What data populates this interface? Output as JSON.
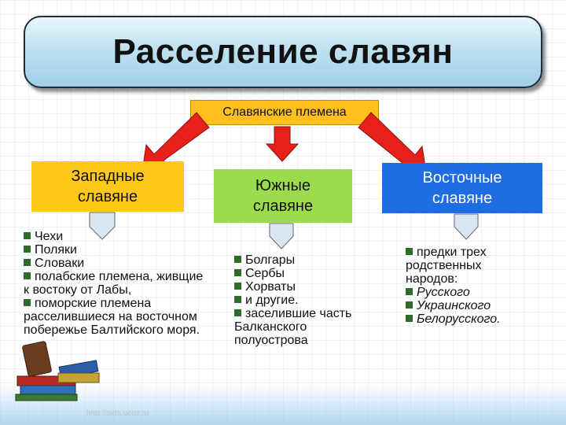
{
  "title": "Расселение славян",
  "header": "Славянские племена",
  "groups": {
    "west": {
      "line1": "Западные",
      "line2": "славяне"
    },
    "south": {
      "line1": "Южные",
      "line2": "славяне"
    },
    "east": {
      "line1": "Восточные",
      "line2": "славяне"
    }
  },
  "west_list": [
    "Чехи",
    "Поляки",
    "Словаки",
    "полабские племена, живщие",
    "к востоку от Лабы,",
    "поморские племена",
    "расселившиеся на восточном",
    "побережье Балтийского моря."
  ],
  "south_list": [
    "Болгары",
    "Сербы",
    "Хорваты",
    "и другие.",
    "заселившие часть",
    "Балканского",
    "полуострова"
  ],
  "east_list": [
    "предки трех",
    "родственных",
    "народов:",
    "Русского",
    "Украинского",
    "Белорусского."
  ],
  "watermark": "http://aida.ucoz.ru",
  "colors": {
    "west": "#ffc91c",
    "south": "#9bdc4e",
    "east": "#1f6de3",
    "header": "#ffbf1f",
    "arrow": "#e8201a",
    "bullet": "#2f6b2a"
  }
}
